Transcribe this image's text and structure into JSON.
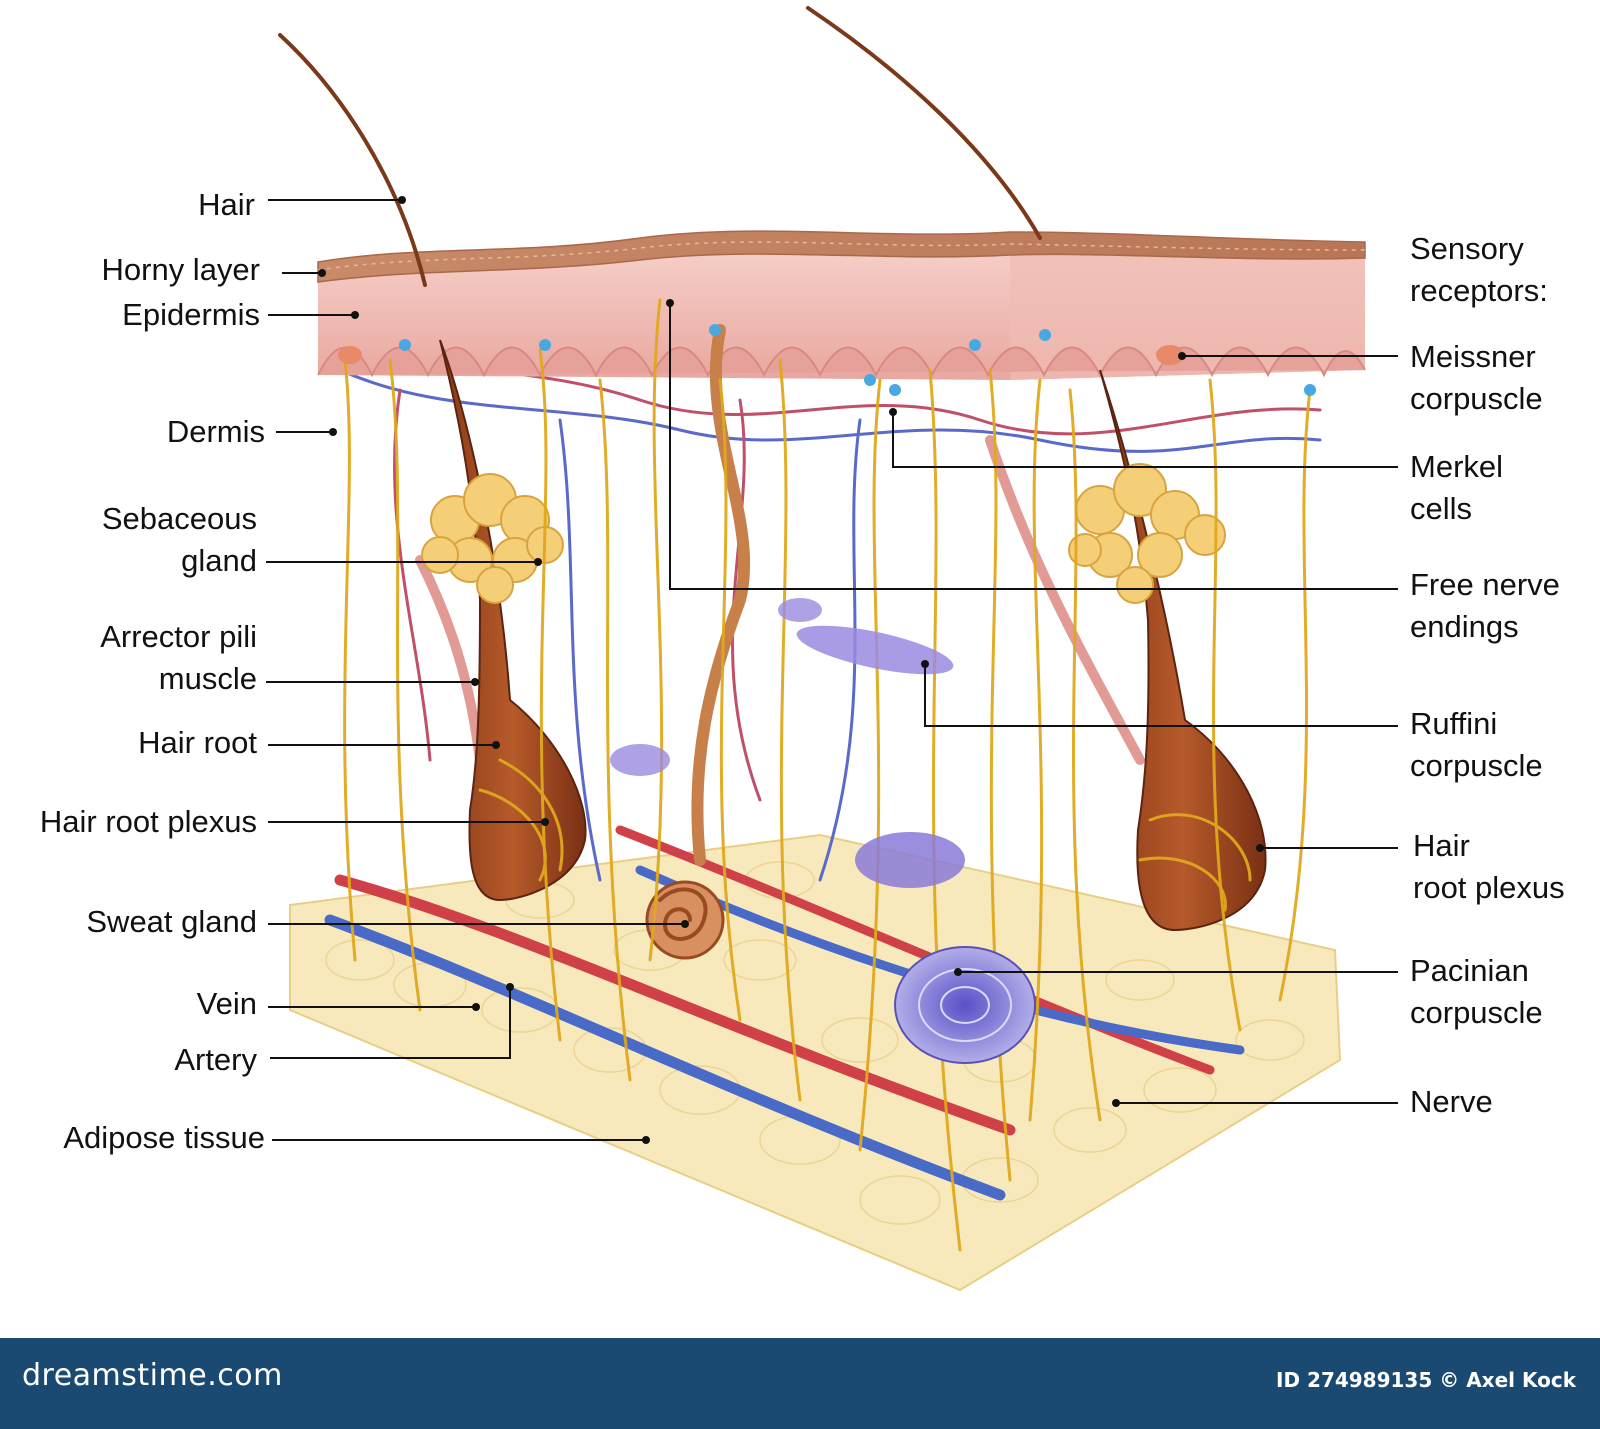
{
  "labels_left": [
    {
      "id": "hair",
      "lines": [
        "Hair"
      ]
    },
    {
      "id": "horny-layer",
      "lines": [
        "Horny layer"
      ]
    },
    {
      "id": "epidermis",
      "lines": [
        "Epidermis"
      ]
    },
    {
      "id": "dermis",
      "lines": [
        "Dermis"
      ]
    },
    {
      "id": "sebaceous-gland",
      "lines": [
        "Sebaceous",
        "gland"
      ]
    },
    {
      "id": "arrector-pili-muscle",
      "lines": [
        "Arrector pili",
        "muscle"
      ]
    },
    {
      "id": "hair-root",
      "lines": [
        "Hair root"
      ]
    },
    {
      "id": "hair-root-plexus",
      "lines": [
        "Hair root plexus"
      ]
    },
    {
      "id": "sweat-gland",
      "lines": [
        "Sweat gland"
      ]
    },
    {
      "id": "vein",
      "lines": [
        "Vein"
      ]
    },
    {
      "id": "artery",
      "lines": [
        "Artery"
      ]
    },
    {
      "id": "adipose-tissue",
      "lines": [
        "Adipose tissue"
      ]
    }
  ],
  "labels_right": [
    {
      "id": "sensory-receptors",
      "lines": [
        "Sensory",
        "receptors:"
      ]
    },
    {
      "id": "meissner-corpuscle",
      "lines": [
        "Meissner",
        "corpuscle"
      ]
    },
    {
      "id": "merkel-cells",
      "lines": [
        "Merkel",
        "cells"
      ]
    },
    {
      "id": "free-nerve-endings",
      "lines": [
        "Free nerve",
        "endings"
      ]
    },
    {
      "id": "ruffini-corpuscle",
      "lines": [
        "Ruffini",
        "corpuscle"
      ]
    },
    {
      "id": "hair-root-plexus-right",
      "lines": [
        "Hair",
        "root plexus"
      ]
    },
    {
      "id": "pacinian-corpuscle",
      "lines": [
        "Pacinian",
        "corpuscle"
      ]
    },
    {
      "id": "nerve",
      "lines": [
        "Nerve"
      ]
    }
  ],
  "footer": {
    "brand": "dreamstime.com",
    "credit": "ID 274989135 © Axel Kock"
  },
  "colors": {
    "footer_bg": "#1a4a72",
    "nerve": "#e0a81c",
    "artery": "#d0404a",
    "vein": "#4a6ac8",
    "epidermis": "#f0c4bc",
    "adipose": "#f7e6b4",
    "hair": "#7a3a1a"
  }
}
